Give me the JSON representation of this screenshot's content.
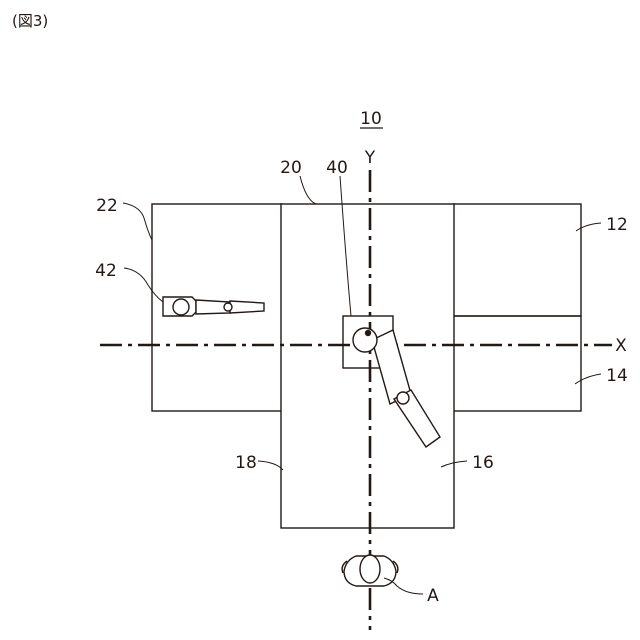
{
  "caption": "(図3)",
  "labels": {
    "system": "10",
    "axis_y": "Y",
    "axis_x": "X",
    "cell_left": "22",
    "table_center": "20",
    "robot_center": "40",
    "region_top_right": "12",
    "region_bottom_right": "14",
    "region_center_right": "16",
    "region_center_left": "18",
    "robot_left": "42",
    "operator": "A"
  }
}
